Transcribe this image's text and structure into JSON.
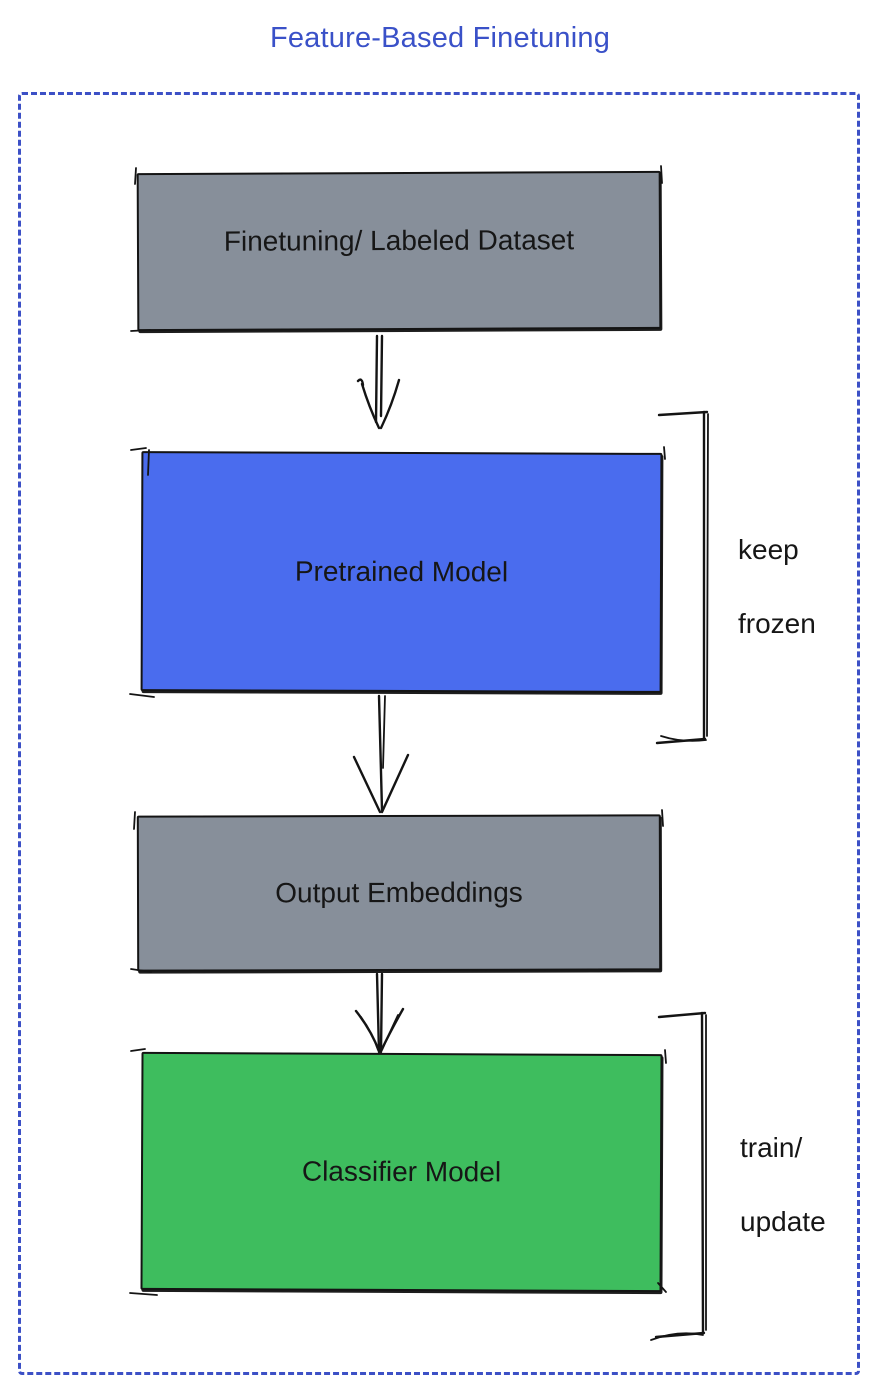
{
  "title": "Feature-Based Finetuning",
  "colors": {
    "title_blue": "#3a51c8",
    "frame_blue": "#3c50c6",
    "node_gray": "#878f9a",
    "node_blue": "#4a6cee",
    "node_green": "#3ebd5e",
    "ink": "#161616"
  },
  "nodes": [
    {
      "label": "Finetuning/ Labeled Dataset",
      "fill": "gray"
    },
    {
      "label": "Pretrained Model",
      "fill": "blue"
    },
    {
      "label": "Output Embeddings",
      "fill": "gray"
    },
    {
      "label": "Classifier Model",
      "fill": "green"
    }
  ],
  "annotations": [
    {
      "line1": "keep",
      "line2": "frozen",
      "target": "Pretrained Model"
    },
    {
      "line1": "train/",
      "line2": "update",
      "target": "Classifier Model"
    }
  ]
}
